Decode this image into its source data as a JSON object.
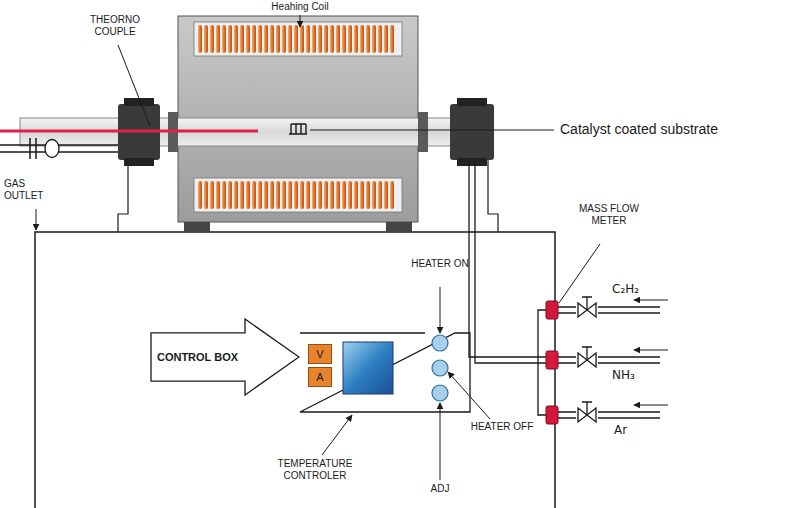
{
  "diagram": {
    "nodes": [
      {
        "text": [
          "CONTROL BOX"
        ]
      },
      {
        "text": [
          "V"
        ]
      },
      {
        "text": [
          "A"
        ]
      }
    ],
    "labels": [
      "THEORNO COUPLE",
      "Heahing Coil",
      "Catalyst coated substrate",
      "GAS OUTLET",
      "MASS FLOW METER",
      "C₂H₂",
      "HEATER ON",
      "NH₃",
      "Ar",
      "TEMPERATURE CONTROLER",
      "ADJ",
      "HEATER OFF"
    ]
  }
}
